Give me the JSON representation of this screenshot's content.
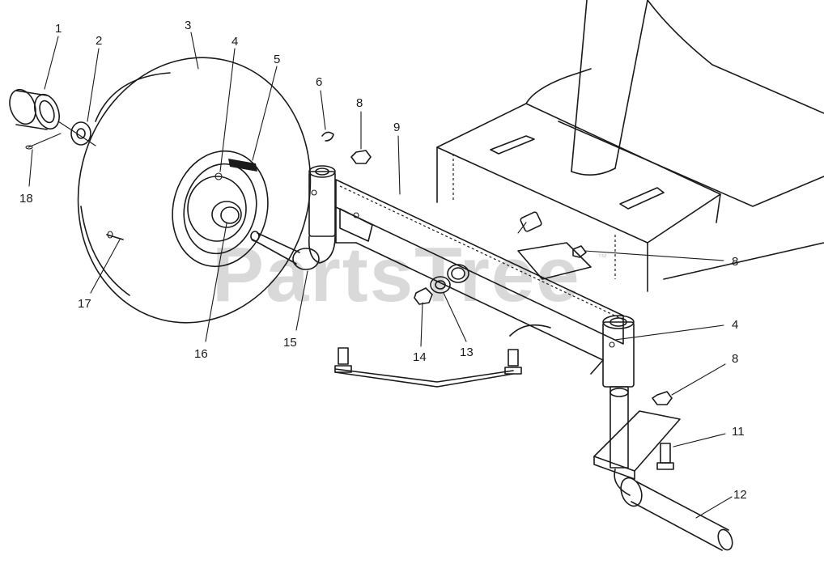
{
  "watermark": {
    "text": "PartsTree",
    "trademark": "™"
  },
  "callouts": [
    {
      "id": "c1",
      "label": "1"
    },
    {
      "id": "c2",
      "label": "2"
    },
    {
      "id": "c3",
      "label": "3"
    },
    {
      "id": "c4a",
      "label": "4"
    },
    {
      "id": "c5",
      "label": "5"
    },
    {
      "id": "c6",
      "label": "6"
    },
    {
      "id": "c8a",
      "label": "8"
    },
    {
      "id": "c9",
      "label": "9"
    },
    {
      "id": "c18",
      "label": "18"
    },
    {
      "id": "c8b",
      "label": "8"
    },
    {
      "id": "c17",
      "label": "17"
    },
    {
      "id": "c4b",
      "label": "4"
    },
    {
      "id": "c16",
      "label": "16"
    },
    {
      "id": "c15",
      "label": "15"
    },
    {
      "id": "c14",
      "label": "14"
    },
    {
      "id": "c13",
      "label": "13"
    },
    {
      "id": "c8c",
      "label": "8"
    },
    {
      "id": "c11",
      "label": "11"
    },
    {
      "id": "c12",
      "label": "12"
    }
  ]
}
